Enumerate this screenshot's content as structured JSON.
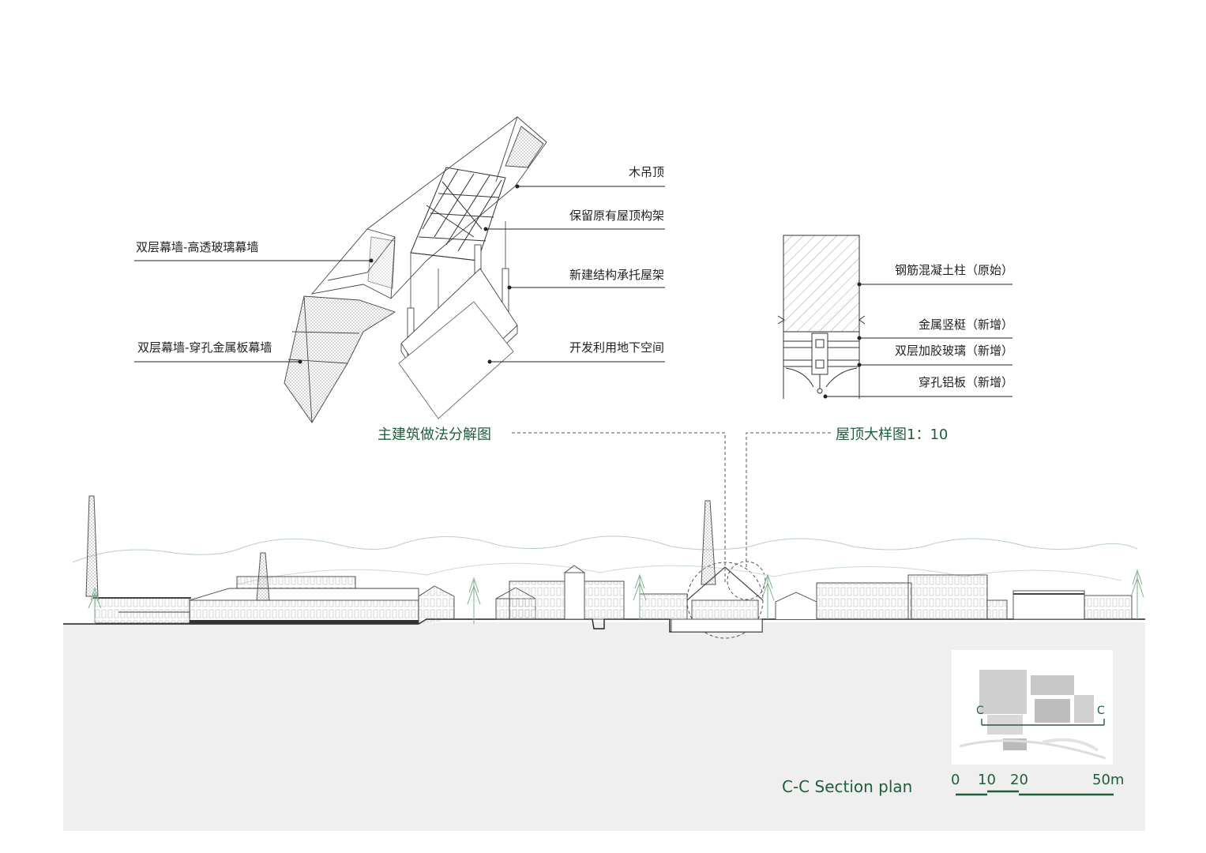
{
  "exploded": {
    "left_labels": [
      "双层幕墙-高透玻璃幕墙",
      "双层幕墙-穿孔金属板幕墙"
    ],
    "right_labels": [
      "木吊顶",
      "保留原有屋顶构架",
      "新建结构承托屋架",
      "开发利用地下空间"
    ],
    "title": "主建筑做法分解图"
  },
  "detail": {
    "labels": [
      "钢筋混凝土柱（原始）",
      "金属竖梃（新增）",
      "双层加胶玻璃（新增）",
      "穿孔铝板（新增）"
    ],
    "title": "屋顶大样图1：10"
  },
  "section": {
    "title": "C-C Section plan",
    "keyplan_marks": [
      "C",
      "C"
    ],
    "scale_labels": [
      "0",
      "10",
      "20",
      "50m"
    ]
  },
  "colors": {
    "accent": "#1f5e3a",
    "ground": "#efefef",
    "line": "#222222"
  }
}
